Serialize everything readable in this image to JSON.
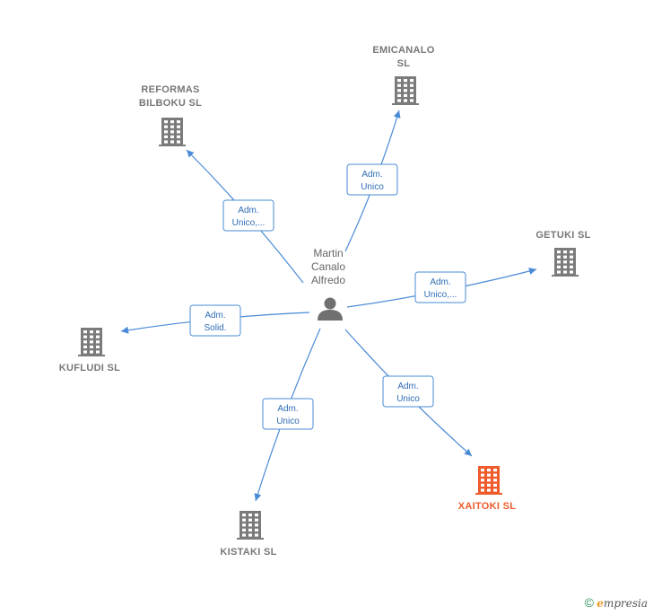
{
  "person": {
    "name_lines": [
      "Martin",
      "Canalo",
      "Alfredo"
    ],
    "icon": "person-icon"
  },
  "companies": [
    {
      "id": "emicanalo",
      "name_lines": [
        "EMICANALO",
        "SL"
      ],
      "role_lines": [
        "Adm.",
        "Unico"
      ],
      "highlight": false,
      "icon": "building-icon"
    },
    {
      "id": "reformas-bilboku",
      "name_lines": [
        "REFORMAS",
        "BILBOKU  SL"
      ],
      "role_lines": [
        "Adm.",
        "Unico,..."
      ],
      "highlight": false,
      "icon": "building-icon"
    },
    {
      "id": "getuki",
      "name_lines": [
        "GETUKI  SL"
      ],
      "role_lines": [
        "Adm.",
        "Unico,..."
      ],
      "highlight": false,
      "icon": "building-icon"
    },
    {
      "id": "kufludi",
      "name_lines": [
        "KUFLUDI  SL"
      ],
      "role_lines": [
        "Adm.",
        "Solid."
      ],
      "highlight": false,
      "icon": "building-icon"
    },
    {
      "id": "xaitoki",
      "name_lines": [
        "XAITOKI  SL"
      ],
      "role_lines": [
        "Adm.",
        "Unico"
      ],
      "highlight": true,
      "icon": "building-icon"
    },
    {
      "id": "kistaki",
      "name_lines": [
        "KISTAKI  SL"
      ],
      "role_lines": [
        "Adm.",
        "Unico"
      ],
      "highlight": false,
      "icon": "building-icon"
    }
  ],
  "colors": {
    "edge": "#4a8bd6",
    "building": "#7b7b7b",
    "highlight": "#ee5a2a"
  },
  "footer": {
    "copyright_symbol": "©",
    "brand_initial": "e",
    "brand_rest": "mpresia"
  }
}
